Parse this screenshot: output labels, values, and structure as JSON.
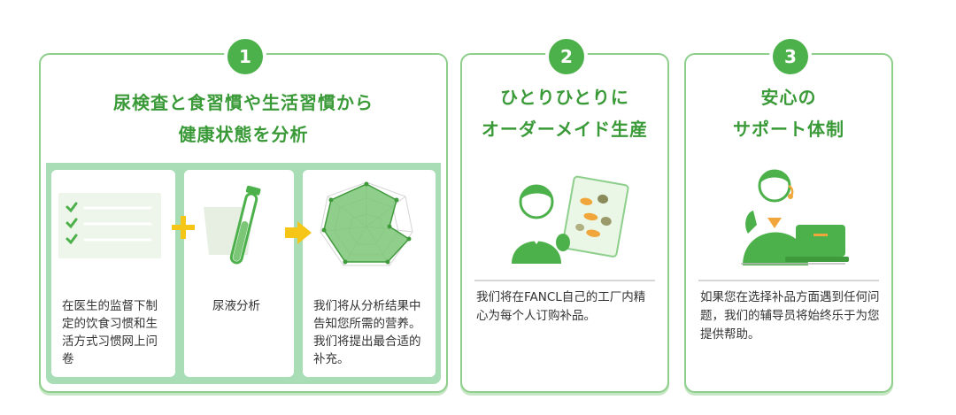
{
  "cards": [
    {
      "number": "1",
      "title_line1": "尿検査と食習慣や生活習慣から",
      "title_line2": "健康状態を分析",
      "steps": [
        {
          "text": "在医生的监督下制定的饮食习惯和生活方式习惯网上问卷"
        },
        {
          "text": "尿液分析"
        },
        {
          "text": "我们将从分析结果中告知您所需的营养。我们将提出最合适的补充。"
        }
      ]
    },
    {
      "number": "2",
      "title_line1": "ひとりひとりに",
      "title_line2": "オーダーメイド生産",
      "desc": "我们将在FANCL自己的工厂内精心为每个人订购补品。"
    },
    {
      "number": "3",
      "title_line1": "安心の",
      "title_line2": "サポート体制",
      "desc": "如果您在选择补品方面遇到任何问题，我们的辅导员将始终乐于为您提供帮助。"
    }
  ],
  "colors": {
    "accent_green": "#4db14b",
    "title_green": "#3a9a38",
    "border_green": "#8dcf8b",
    "panel_green": "#a9ddb6",
    "plus_yellow": "#f5c518"
  },
  "icons": [
    "checklist-icon",
    "plus-icon",
    "urine-test-tube-icon",
    "arrow-right-icon",
    "radar-chart-icon",
    "person-with-supplement-pack-icon",
    "support-operator-icon"
  ]
}
